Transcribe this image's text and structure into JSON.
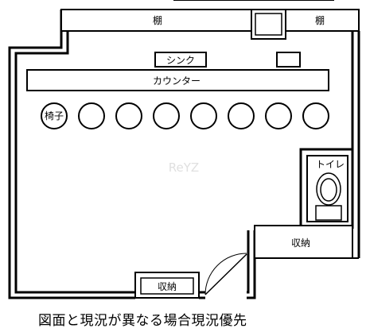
{
  "plan": {
    "shelf_label": "棚",
    "sink_label": "シンク",
    "counter_label": "カウンター",
    "chair_label": "椅子",
    "chair_count": 8,
    "toilet_label": "トイレ",
    "storage_label": "収納",
    "watermark": "ReYZ"
  },
  "note": "図面と現況が異なる場合現況優先"
}
